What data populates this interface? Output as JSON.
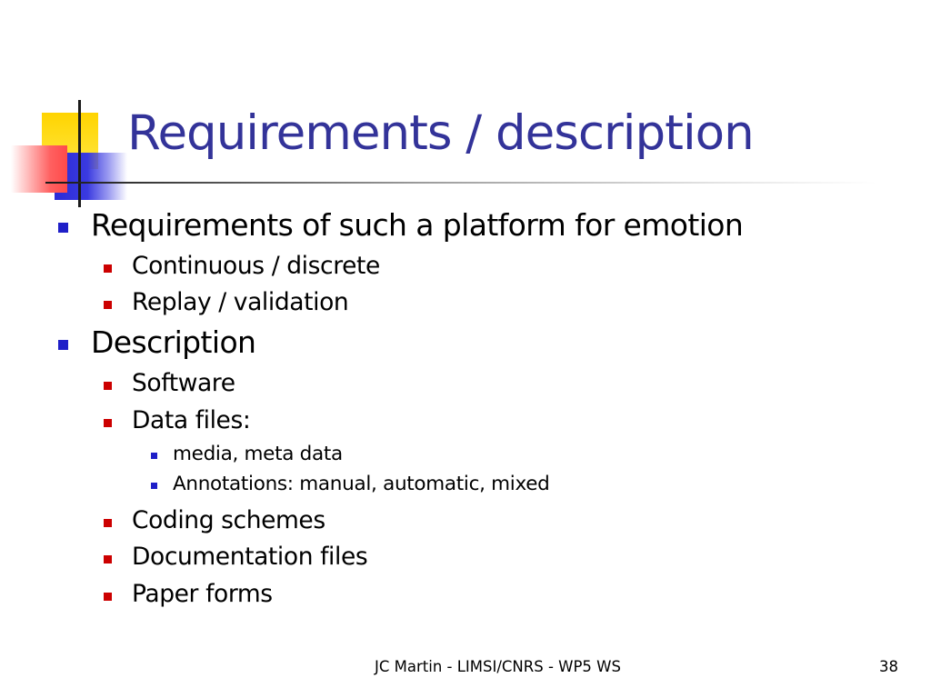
{
  "slide": {
    "title": "Requirements / description",
    "bullets": [
      {
        "text": "Requirements of such a platform for emotion"
      },
      {
        "text": "Continuous / discrete"
      },
      {
        "text": "Replay / validation"
      },
      {
        "text": "Description"
      },
      {
        "text": "Software"
      },
      {
        "text": "Data files:"
      },
      {
        "text": "media, meta data"
      },
      {
        "text": "Annotations: manual, automatic, mixed"
      },
      {
        "text": "Coding schemes"
      },
      {
        "text": "Documentation files"
      },
      {
        "text": "Paper forms"
      }
    ],
    "footer": "JC Martin - LIMSI/CNRS - WP5 WS",
    "page_number": "38"
  },
  "colors": {
    "title": "#333399",
    "level1_marker": "#1f1fc8",
    "level2_marker": "#cc0000",
    "level3_marker": "#1f1fc8",
    "ornament_yellow": "#ffd400",
    "ornament_blue": "#2b2bd6",
    "ornament_red": "#ff4a4a"
  }
}
